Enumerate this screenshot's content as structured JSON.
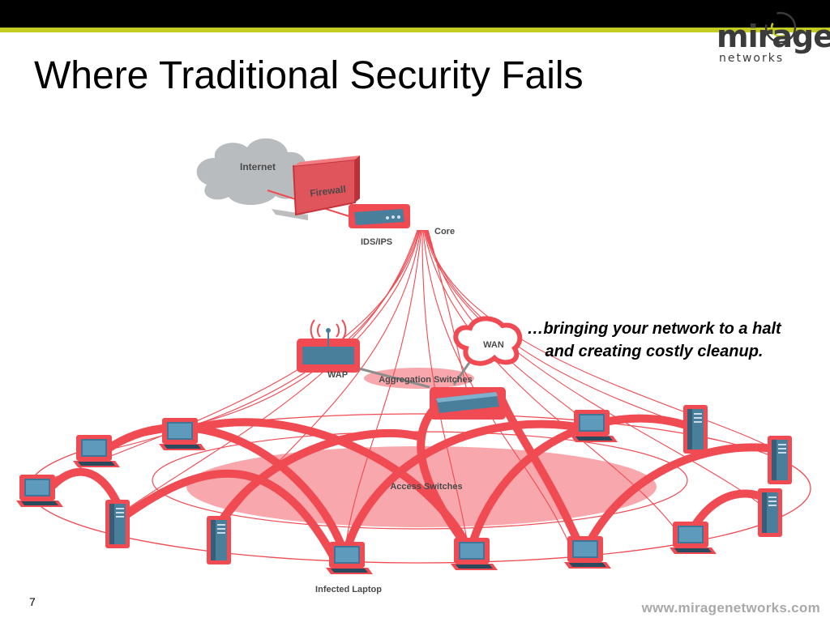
{
  "slide": {
    "title": "Where Traditional Security Fails",
    "callout": "…bringing your network to a halt and creating costly cleanup.",
    "page_number": "7",
    "footer_url": "www.miragenetworks.com"
  },
  "logo": {
    "brand_word": "mirage",
    "brand_sub": "networks"
  },
  "diagram": {
    "labels": {
      "internet": "Internet",
      "firewall": "Firewall",
      "ids_ips": "IDS/IPS",
      "core": "Core",
      "wan": "WAN",
      "wap": "WAP",
      "aggregation": "Aggregation Switches",
      "access": "Access Switches",
      "infected": "Infected Laptop"
    }
  },
  "colors": {
    "accent": "#c3cd21",
    "alert_red": "#f04a52",
    "device_blue": "#4a7f9c",
    "header": "#000000"
  }
}
